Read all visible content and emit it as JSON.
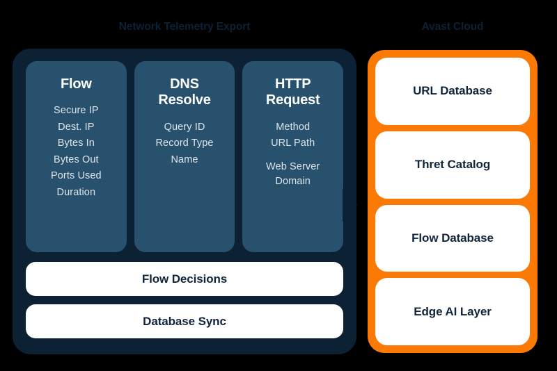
{
  "diagram": {
    "background_color": "#000000",
    "accent_orange": "#FA7A05",
    "panel_navy": "#0c2134",
    "card_blue": "#27516d",
    "text_light": "#dfe6ec",
    "text_dark": "#10243a"
  },
  "left_section": {
    "title": "Network Telemetry Export",
    "columns": [
      {
        "title": "Flow",
        "fields": [
          "Secure IP",
          "Dest. IP",
          "Bytes In",
          "Bytes Out",
          "Ports Used",
          "Duration"
        ]
      },
      {
        "title": "DNS Resolve",
        "fields": [
          "Query ID",
          "Record Type",
          "Name"
        ]
      },
      {
        "title": "HTTP Request",
        "fields": [
          "Method",
          "URL Path",
          "Web Server Domain"
        ]
      }
    ],
    "process_bars": [
      "Flow Decisions",
      "Database Sync"
    ]
  },
  "right_section": {
    "title": "Avast Cloud",
    "cards": [
      "URL Database",
      "Thret Catalog",
      "Flow Database",
      "Edge AI Layer"
    ]
  },
  "connector": {
    "name": "arrow-right-icon",
    "direction": "left-to-right"
  }
}
